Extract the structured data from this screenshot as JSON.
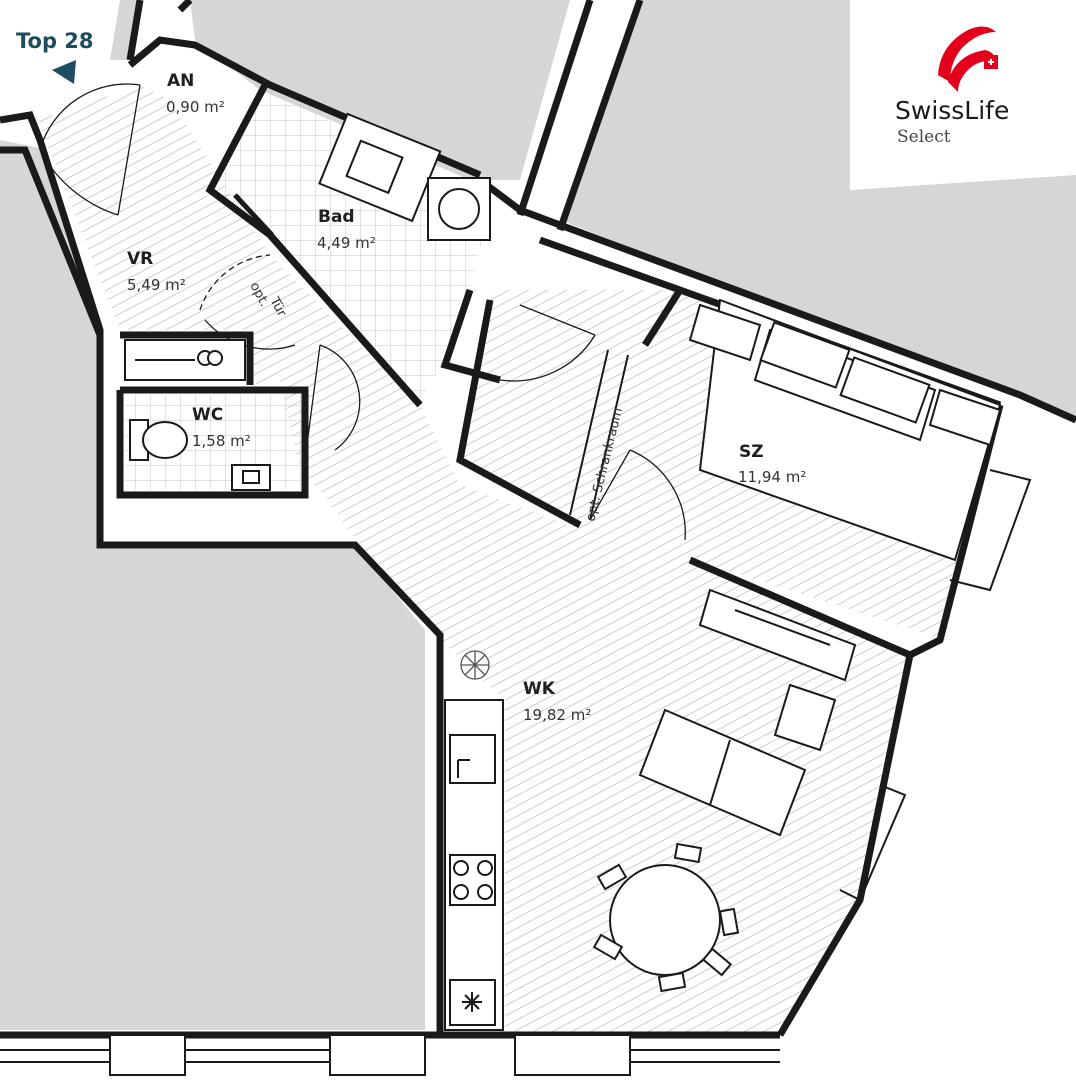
{
  "unit": {
    "label": "Top 28"
  },
  "brand": {
    "name": "SwissLife",
    "subtitle": "Select",
    "accent_color": "#e2001a"
  },
  "rooms": [
    {
      "id": "an",
      "name": "AN",
      "area": "0,90 m²"
    },
    {
      "id": "vr",
      "name": "VR",
      "area": "5,49 m²"
    },
    {
      "id": "bad",
      "name": "Bad",
      "area": "4,49 m²"
    },
    {
      "id": "wc",
      "name": "WC",
      "area": "1,58 m²"
    },
    {
      "id": "sz",
      "name": "SZ",
      "area": "11,94 m²"
    },
    {
      "id": "wk",
      "name": "WK",
      "area": "19,82 m²"
    }
  ],
  "notes": {
    "door_line1": "opt.",
    "door_line2": "Tür",
    "wardrobe": "opt. Schrankraum"
  },
  "colors": {
    "outside_gray": "#d6d6d6",
    "wall": "#1a1a1a",
    "hatch": "#a8a8a8",
    "tile_grid": "#c4c4c4"
  }
}
